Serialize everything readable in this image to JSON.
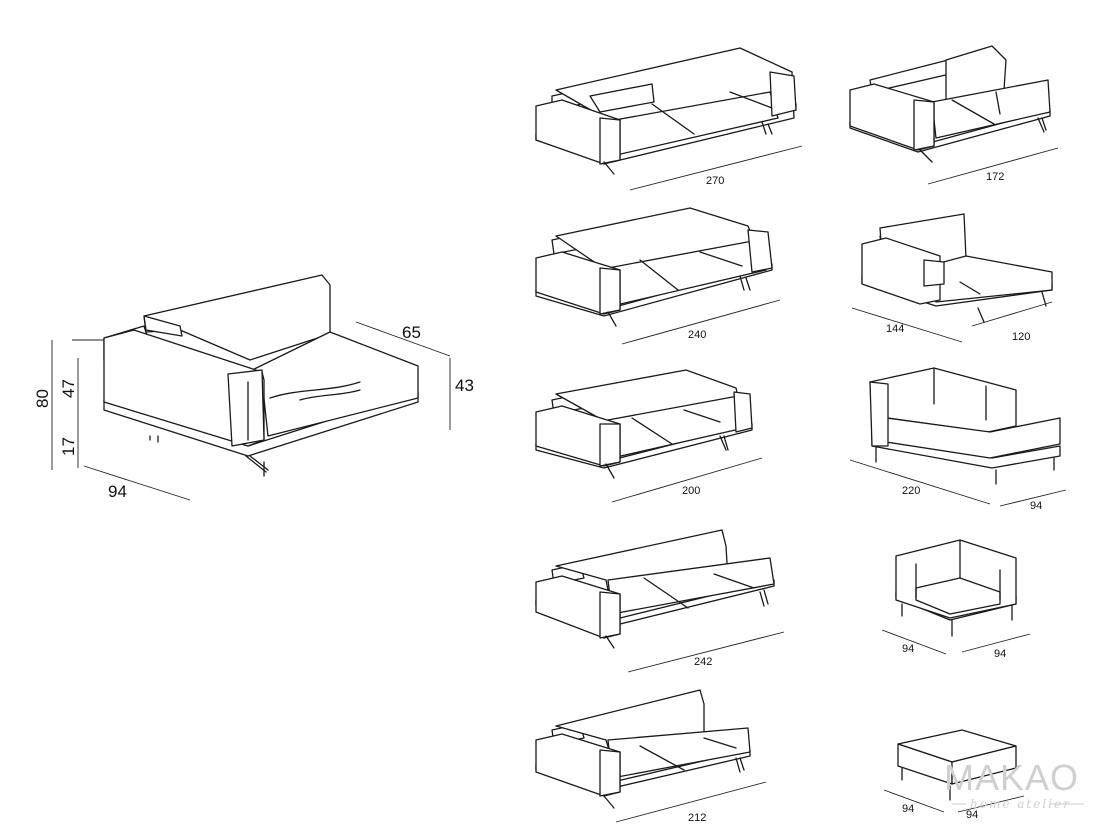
{
  "main_module": {
    "height_total": "80",
    "height_seat": "47",
    "height_base": "17",
    "width": "94",
    "depth": "65",
    "height_arm": "43"
  },
  "modules": [
    {
      "id": "sofa-270",
      "labels": [
        "270"
      ]
    },
    {
      "id": "sofa-172",
      "labels": [
        "172"
      ]
    },
    {
      "id": "sofa-240",
      "labels": [
        "240"
      ]
    },
    {
      "id": "chaise-corner",
      "labels": [
        "144",
        "120"
      ]
    },
    {
      "id": "sofa-200",
      "labels": [
        "200"
      ]
    },
    {
      "id": "chaise-longue",
      "labels": [
        "220",
        "94"
      ]
    },
    {
      "id": "sofa-242",
      "labels": [
        "242"
      ]
    },
    {
      "id": "corner-unit",
      "labels": [
        "94",
        "94"
      ]
    },
    {
      "id": "sofa-212",
      "labels": [
        "212"
      ]
    },
    {
      "id": "ottoman",
      "labels": [
        "94",
        "94"
      ]
    }
  ],
  "logo": {
    "brand": "MAKAO",
    "tagline": "home atelier"
  }
}
